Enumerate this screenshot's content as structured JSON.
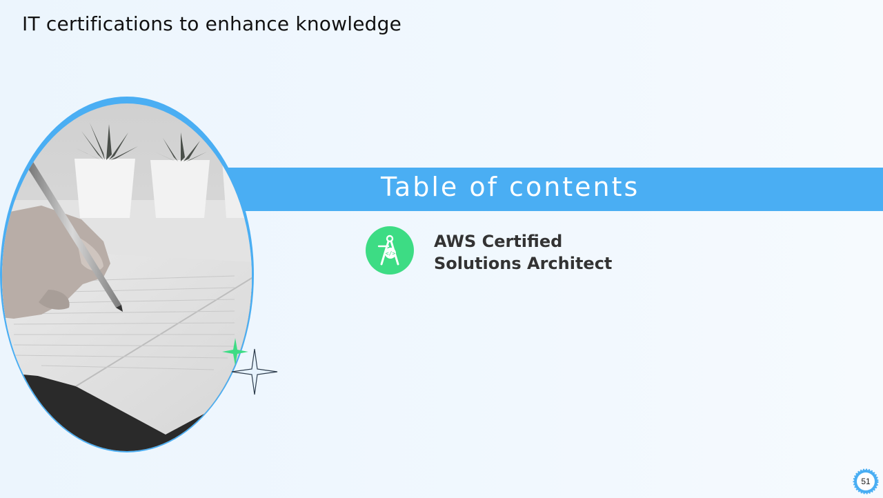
{
  "slide": {
    "title": "IT certifications to enhance knowledge",
    "banner_title": "Table of contents",
    "page_number": "51"
  },
  "contents": [
    {
      "line1": "AWS Certified",
      "line2": "Solutions Architect",
      "icon": "architect-compass-code-icon",
      "icon_color": "#3ddc84"
    }
  ],
  "colors": {
    "accent_blue": "#4aaef3",
    "accent_green": "#3ddc84",
    "background": "#eef6fd"
  }
}
